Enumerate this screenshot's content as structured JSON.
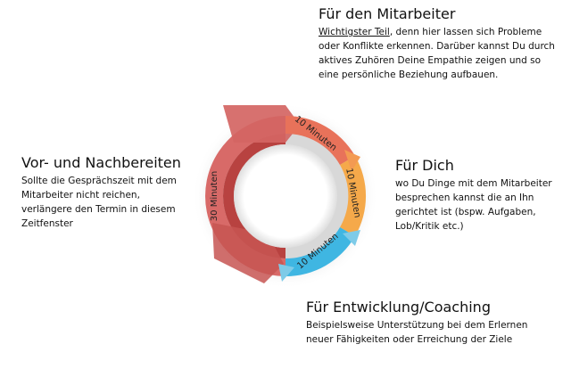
{
  "mitarbeiter": {
    "title": "Für den Mitarbeiter",
    "lead": "Wichtigster Teil",
    "text": ", denn hier lassen sich Probleme oder Konflikte erkennen. Darüber kannst Du durch aktives Zuhören Deine Empathie zeigen und so eine persönliche Beziehung aufbauen."
  },
  "dich": {
    "title": "Für Dich",
    "text": "wo Du Dinge mit dem Mitarbeiter besprechen kannst die an Ihn gerichtet ist (bspw. Aufgaben, Lob/Kritik etc.)"
  },
  "coaching": {
    "title": "Für Entwicklung/Coaching",
    "text": "Beispielsweise Unterstützung bei dem Erlernen neuer Fähigkeiten oder Erreichung der Ziele"
  },
  "vorbereiten": {
    "title": "Vor- und Nachbereiten",
    "text": "Sollte die Gesprächszeit mit dem Mitarbeiter nicht reichen, verlängere den Termin in diesem Zeitfenster"
  },
  "cycle": {
    "segments": [
      {
        "label": "10 Minuten",
        "color": "#e8725a"
      },
      {
        "label": "10 Minuten",
        "color": "#f5a94a"
      },
      {
        "label": "10 Minuten",
        "color": "#3fb6e2"
      },
      {
        "label": "30 Minuten",
        "color": "#c9504d"
      }
    ]
  }
}
